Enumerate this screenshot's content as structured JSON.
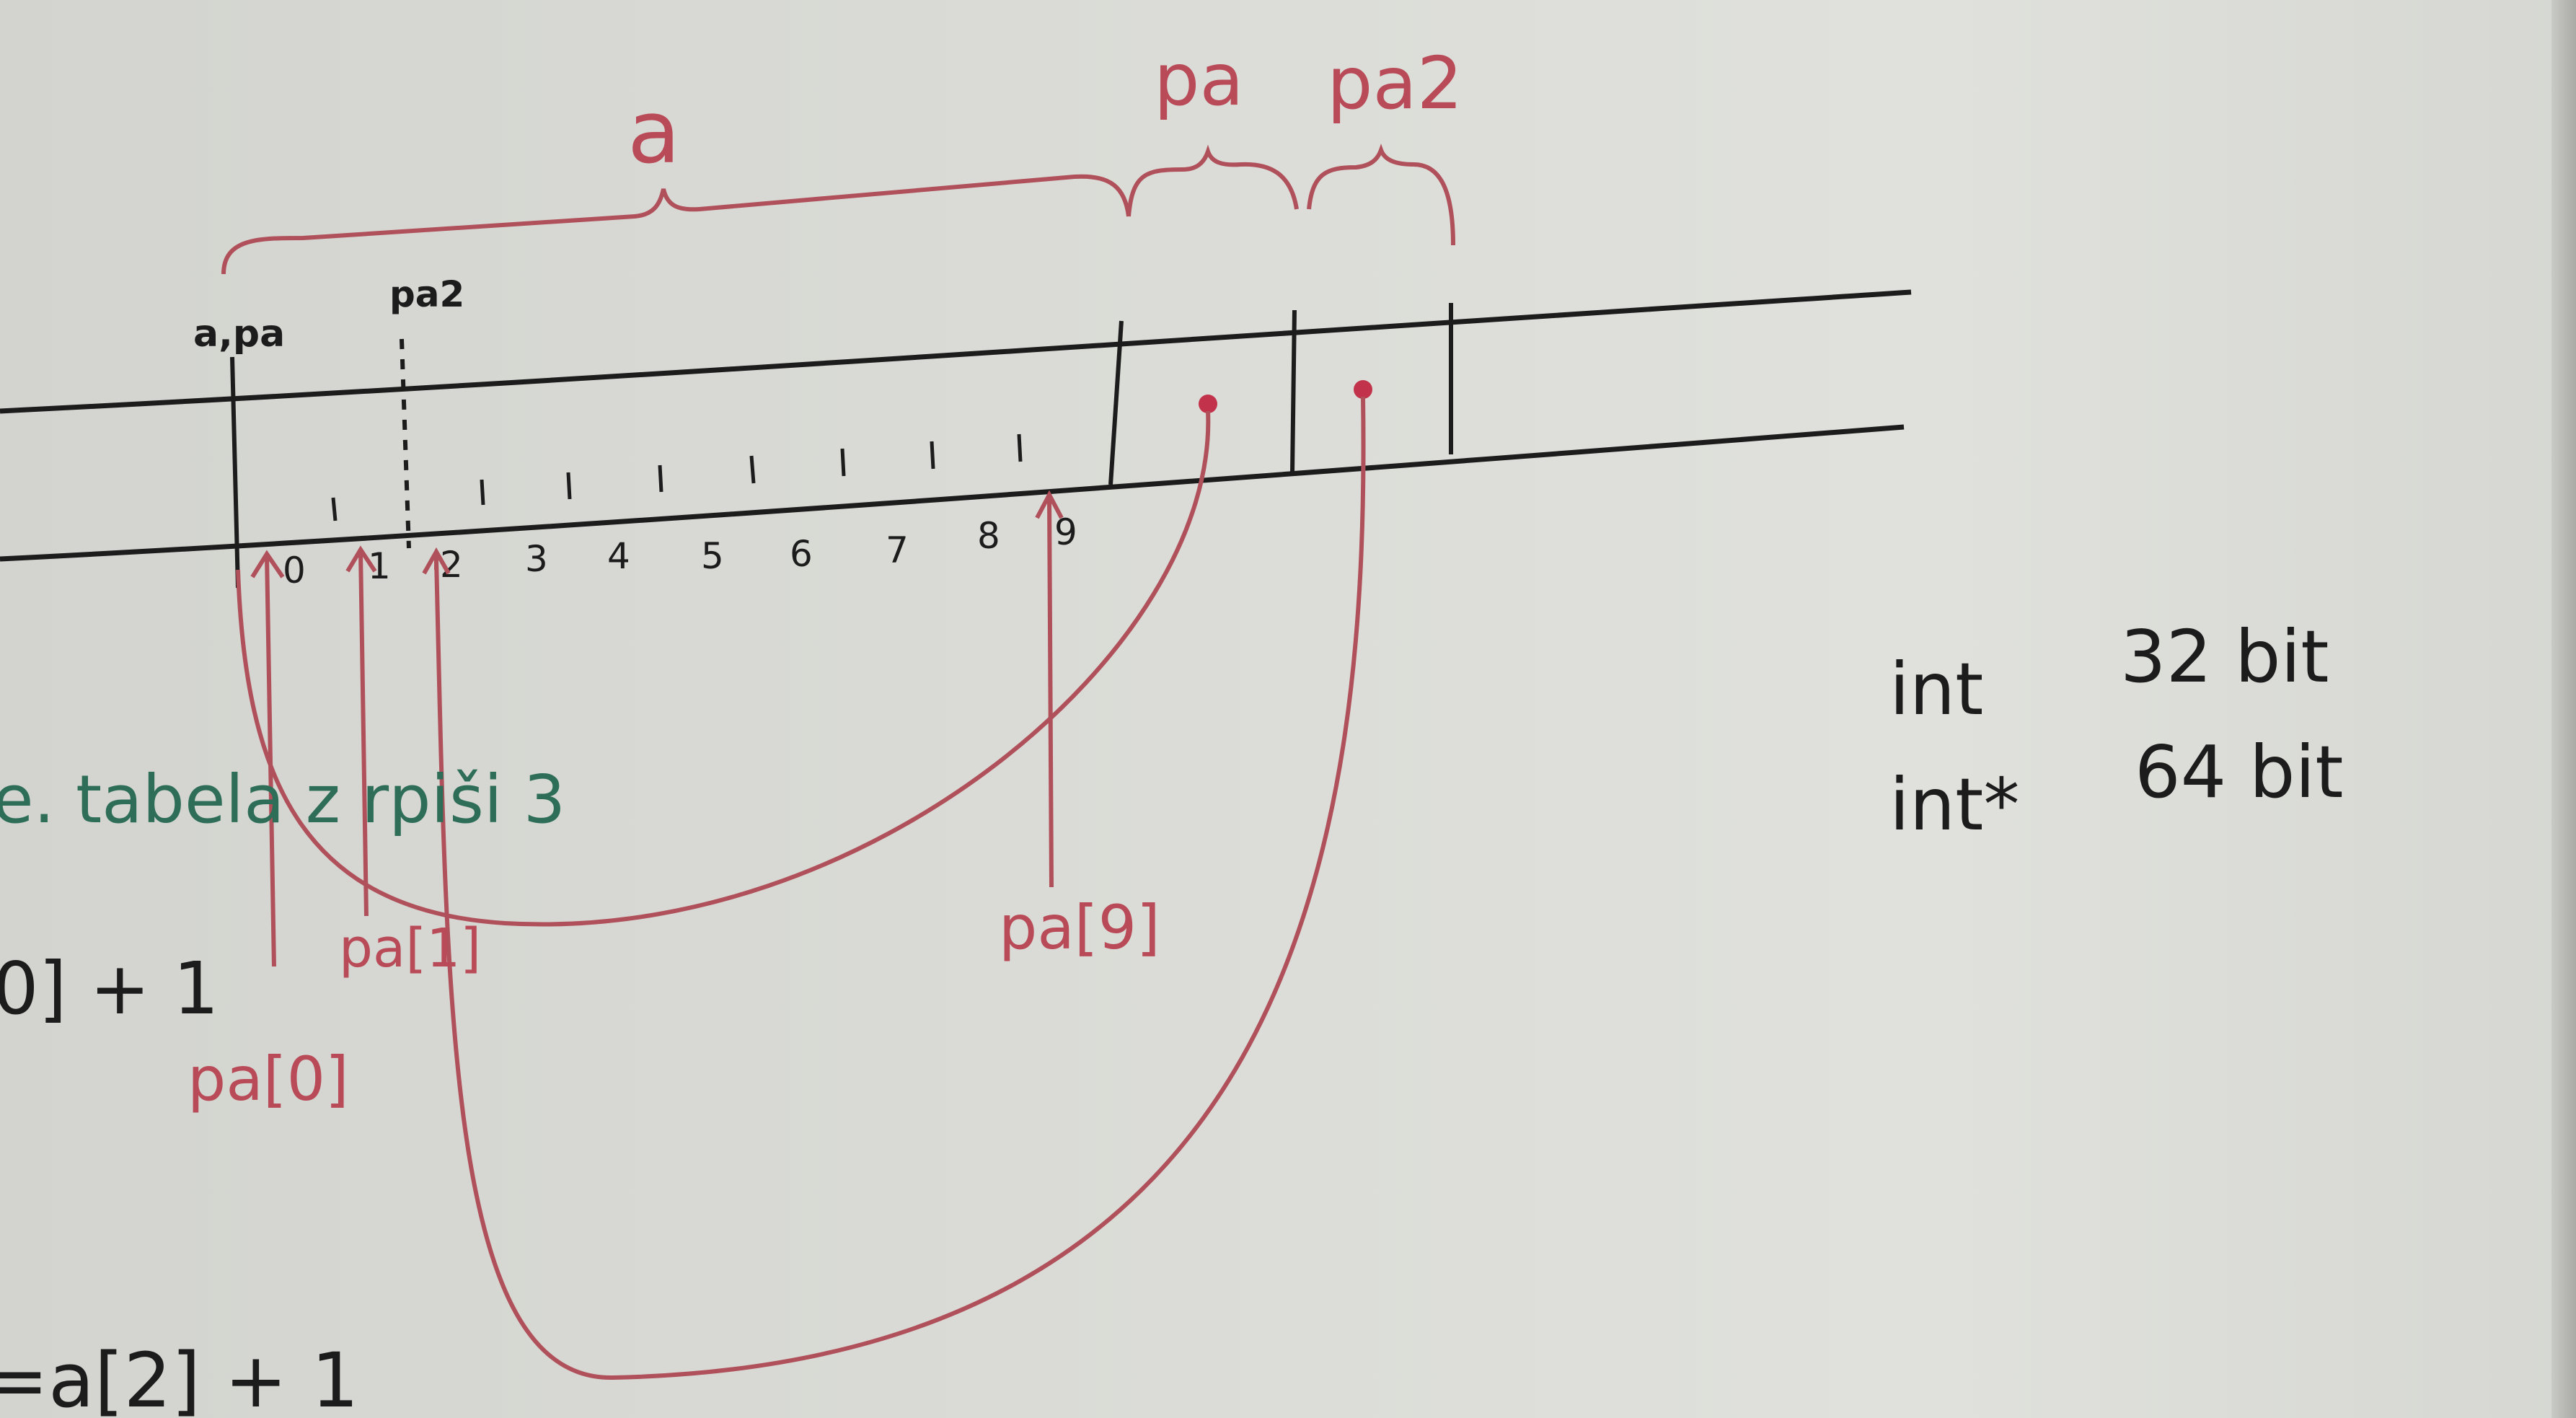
{
  "diagram": {
    "label_array": "a",
    "label_pa": "pa",
    "label_pa2": "pa2",
    "label_a_pa": "a,pa",
    "label_pa2_small": "pa2",
    "indices": [
      "0",
      "1",
      "2",
      "3",
      "4",
      "5",
      "6",
      "7",
      "8",
      "9"
    ],
    "label_pa_0": "pa[0]",
    "label_pa_1": "pa[1]",
    "label_pa_9": "pa[9]"
  },
  "side_notes": {
    "line1_type": "int",
    "line1_size": "32 bit",
    "line2_type": "int*",
    "line2_size": "64 bit"
  },
  "left_notes": {
    "note_green": "e. tabela z rpiši 3",
    "note_expr1": "0] + 1",
    "note_expr2": "=a[2] + 1"
  },
  "colors": {
    "ink_black": "#1c1c1c",
    "ink_red": "#b0505a",
    "ink_green": "#2e6e58",
    "board": "#dadbd6"
  }
}
